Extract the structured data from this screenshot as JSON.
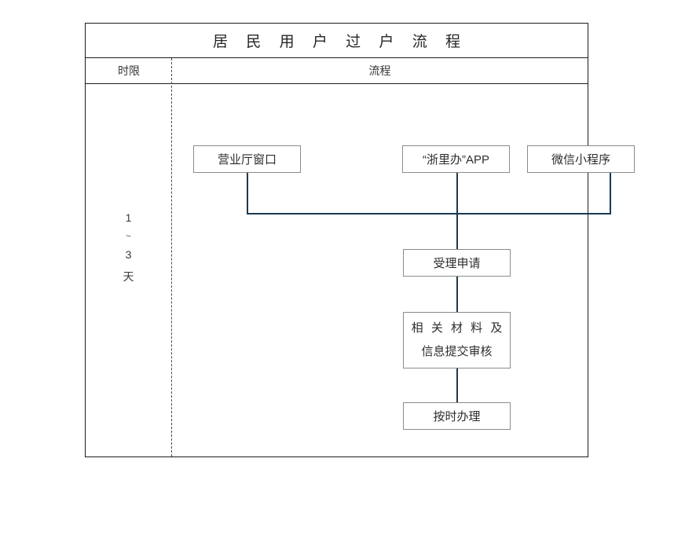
{
  "table": {
    "title": "居 民 用 户 过 户 流 程",
    "headers": {
      "time": "时限",
      "flow": "流程"
    }
  },
  "time_column": {
    "from": "1",
    "range_symbol": "~",
    "to": "3",
    "unit": "天"
  },
  "flow": {
    "sources": [
      {
        "id": "hall",
        "label": "营业厅窗口"
      },
      {
        "id": "app",
        "label": "“浙里办”APP"
      },
      {
        "id": "wechat",
        "label": "微信小程序"
      }
    ],
    "steps": [
      {
        "id": "accept",
        "label": "受理申请"
      },
      {
        "id": "review",
        "line1": "相 关 材 料 及",
        "line2": "信息提交审核"
      },
      {
        "id": "handle",
        "label": "按时办理"
      }
    ]
  },
  "style": {
    "connector_color": "#1a3a52",
    "node_border_color": "#8b8b8b",
    "table_border_color": "#1c1c1c",
    "divider_style": "dashed",
    "background": "#ffffff"
  },
  "chart_data": {
    "type": "diagram",
    "title": "居 民 用 户 过 户 流 程",
    "columns": [
      "时限",
      "流程"
    ],
    "nodes": [
      {
        "id": "hall",
        "label": "营业厅窗口",
        "row": 1
      },
      {
        "id": "app",
        "label": "“浙里办”APP",
        "row": 1
      },
      {
        "id": "wechat",
        "label": "微信小程序",
        "row": 1
      },
      {
        "id": "accept",
        "label": "受理申请",
        "row": 2
      },
      {
        "id": "review",
        "label": "相 关 材 料 及 / 信息提交审核",
        "row": 3
      },
      {
        "id": "handle",
        "label": "按时办理",
        "row": 4
      }
    ],
    "edges": [
      {
        "from": "hall",
        "to": "accept"
      },
      {
        "from": "app",
        "to": "accept"
      },
      {
        "from": "wechat",
        "to": "accept"
      },
      {
        "from": "accept",
        "to": "review"
      },
      {
        "from": "review",
        "to": "handle"
      }
    ],
    "annotations": [
      {
        "column": "时限",
        "text": "1 ~ 3 天"
      }
    ]
  }
}
